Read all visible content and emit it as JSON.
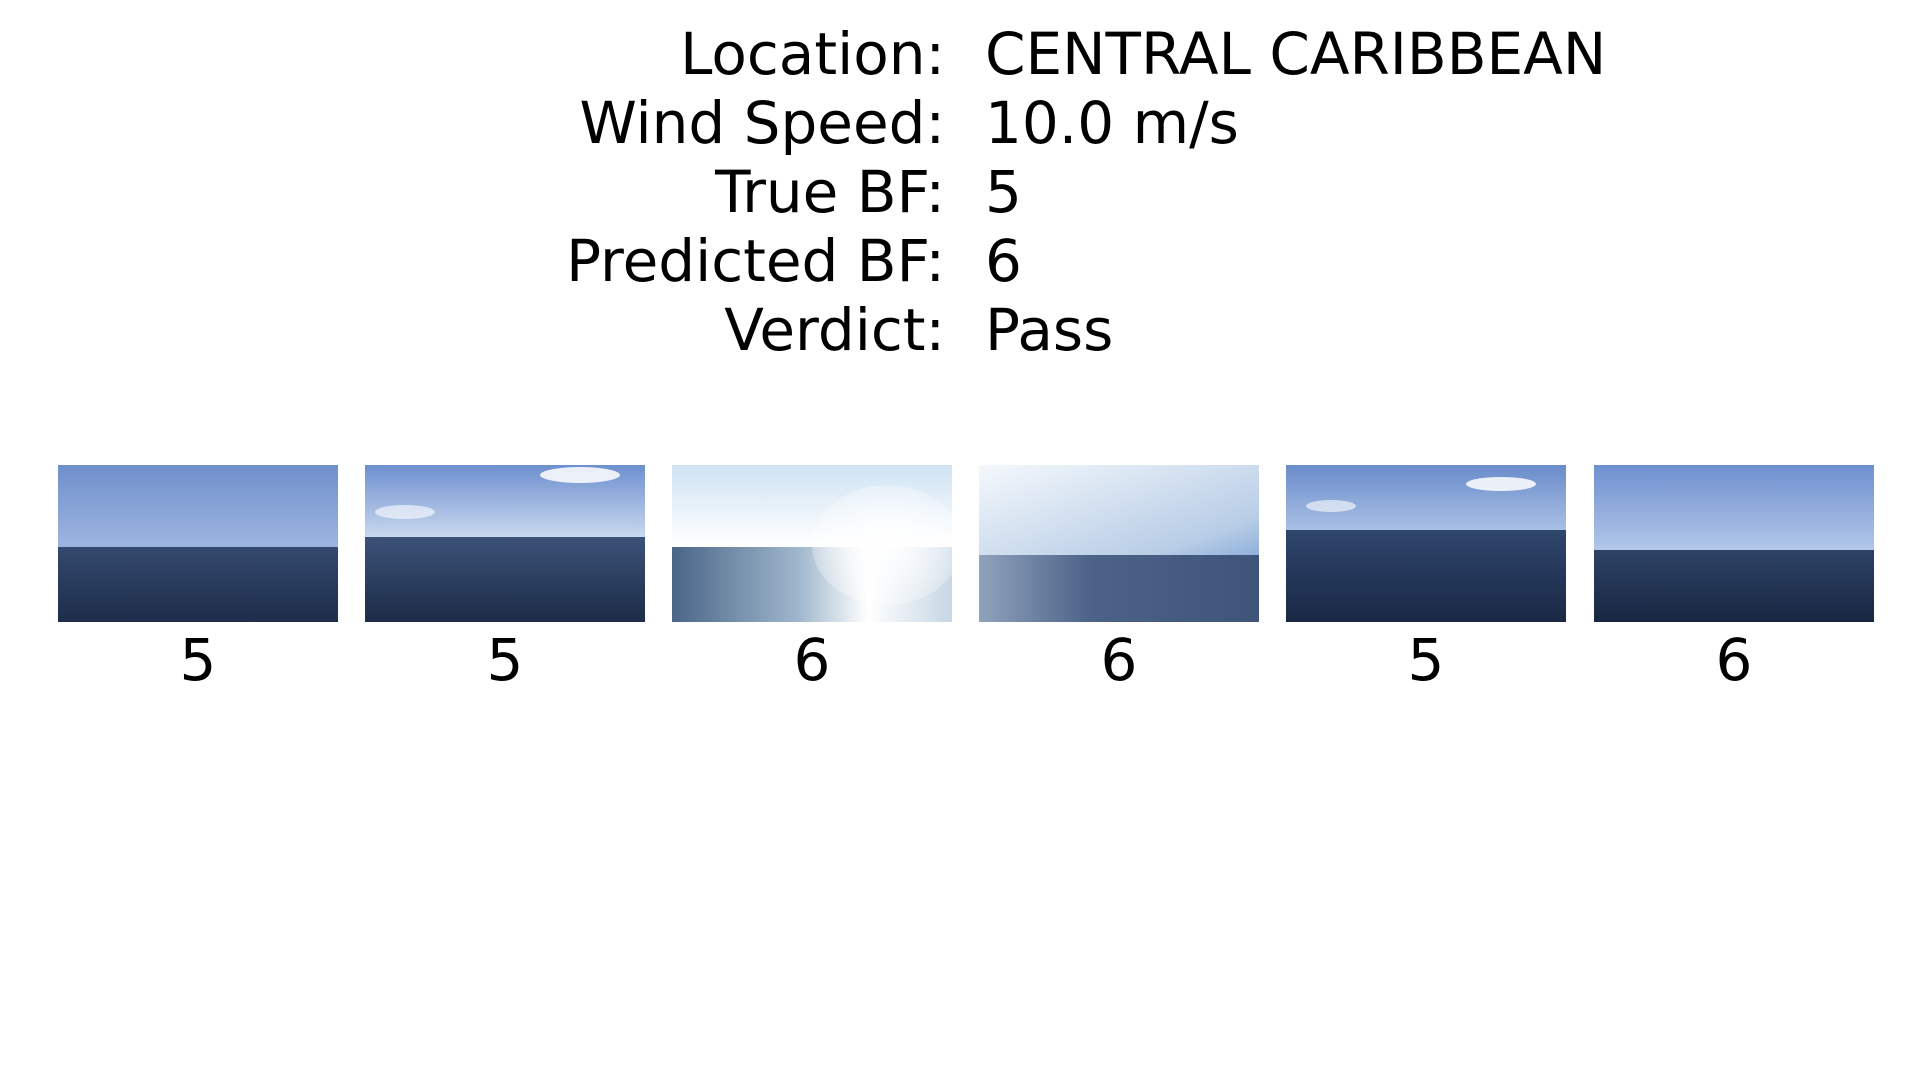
{
  "info": {
    "location_label": "Location:",
    "location_value": "CENTRAL CARIBBEAN",
    "wind_label": "Wind Speed:",
    "wind_value": "10.0 m/s",
    "true_bf_label": "True BF:",
    "true_bf_value": "5",
    "pred_bf_label": "Predicted BF:",
    "pred_bf_value": "6",
    "verdict_label": "Verdict:",
    "verdict_value": "Pass"
  },
  "frames": [
    {
      "label": "5",
      "icon": "ocean-photo-icon"
    },
    {
      "label": "5",
      "icon": "ocean-photo-icon"
    },
    {
      "label": "6",
      "icon": "ocean-photo-icon"
    },
    {
      "label": "6",
      "icon": "ocean-photo-icon"
    },
    {
      "label": "5",
      "icon": "ocean-photo-icon"
    },
    {
      "label": "6",
      "icon": "ocean-photo-icon"
    }
  ],
  "colors": {
    "sky": "#7f9fd4",
    "sea": "#2b3f63",
    "glare": "#ffffff",
    "text": "#000000"
  }
}
